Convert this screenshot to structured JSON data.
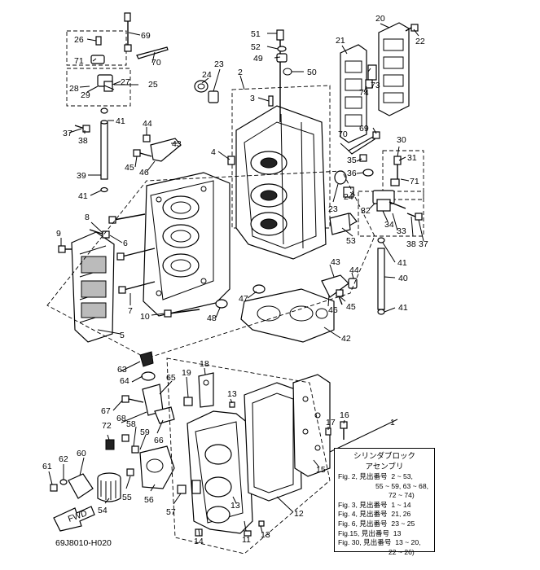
{
  "figure_code": "69J8010-H020",
  "fwd_label": "FWD",
  "legend": {
    "title_line1": "シリンダブロック",
    "title_line2": "アセンブリ",
    "lines": [
      "Fig. 2, 見出番号  2 ~ 53,",
      "55 ~ 59, 63 ~ 68,",
      "72 ~ 74)",
      "Fig. 3, 見出番号  1 ~ 14",
      "Fig. 4, 見出番号  21, 26",
      "Fig. 6, 見出番号  23 ~ 25",
      "Fig.15, 見出番号  13",
      "Fig. 30, 見出番号  13 ~ 20,",
      "22 ~ 26)"
    ]
  },
  "callouts": [
    "1",
    "2",
    "3",
    "4",
    "5",
    "6",
    "7",
    "8",
    "9",
    "10",
    "11",
    "12",
    "13",
    "13",
    "13",
    "14",
    "15",
    "16",
    "17",
    "18",
    "19",
    "20",
    "21",
    "22",
    "23",
    "23",
    "24",
    "24",
    "25",
    "26",
    "27",
    "28",
    "29",
    "30",
    "31",
    "32",
    "33",
    "34",
    "35",
    "36",
    "37",
    "37",
    "38",
    "38",
    "39",
    "40",
    "41",
    "41",
    "41",
    "41",
    "42",
    "43",
    "43",
    "44",
    "44",
    "45",
    "45",
    "46",
    "46",
    "47",
    "48",
    "49",
    "50",
    "51",
    "52",
    "53",
    "54",
    "55",
    "56",
    "57",
    "58",
    "59",
    "60",
    "61",
    "62",
    "63",
    "64",
    "65",
    "66",
    "67",
    "68",
    "69",
    "69",
    "70",
    "70",
    "71",
    "71",
    "72",
    "73",
    "74"
  ]
}
